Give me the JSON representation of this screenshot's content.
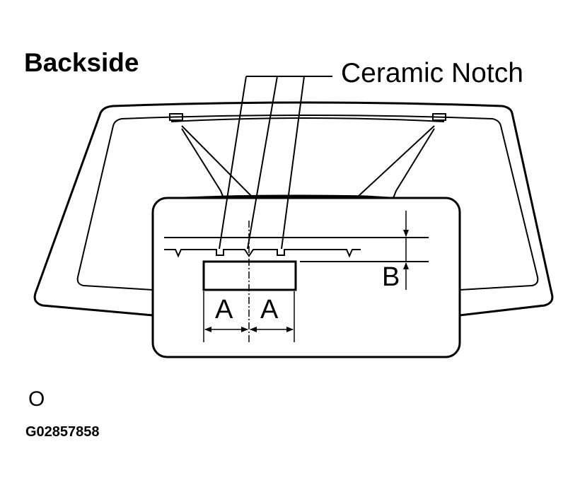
{
  "diagram": {
    "title": "Backside",
    "callout_label": "Ceramic Notch",
    "dim_a_left": "A",
    "dim_a_right": "A",
    "dim_b": "B",
    "mark_symbol": "O",
    "figure_id": "G02857858"
  }
}
